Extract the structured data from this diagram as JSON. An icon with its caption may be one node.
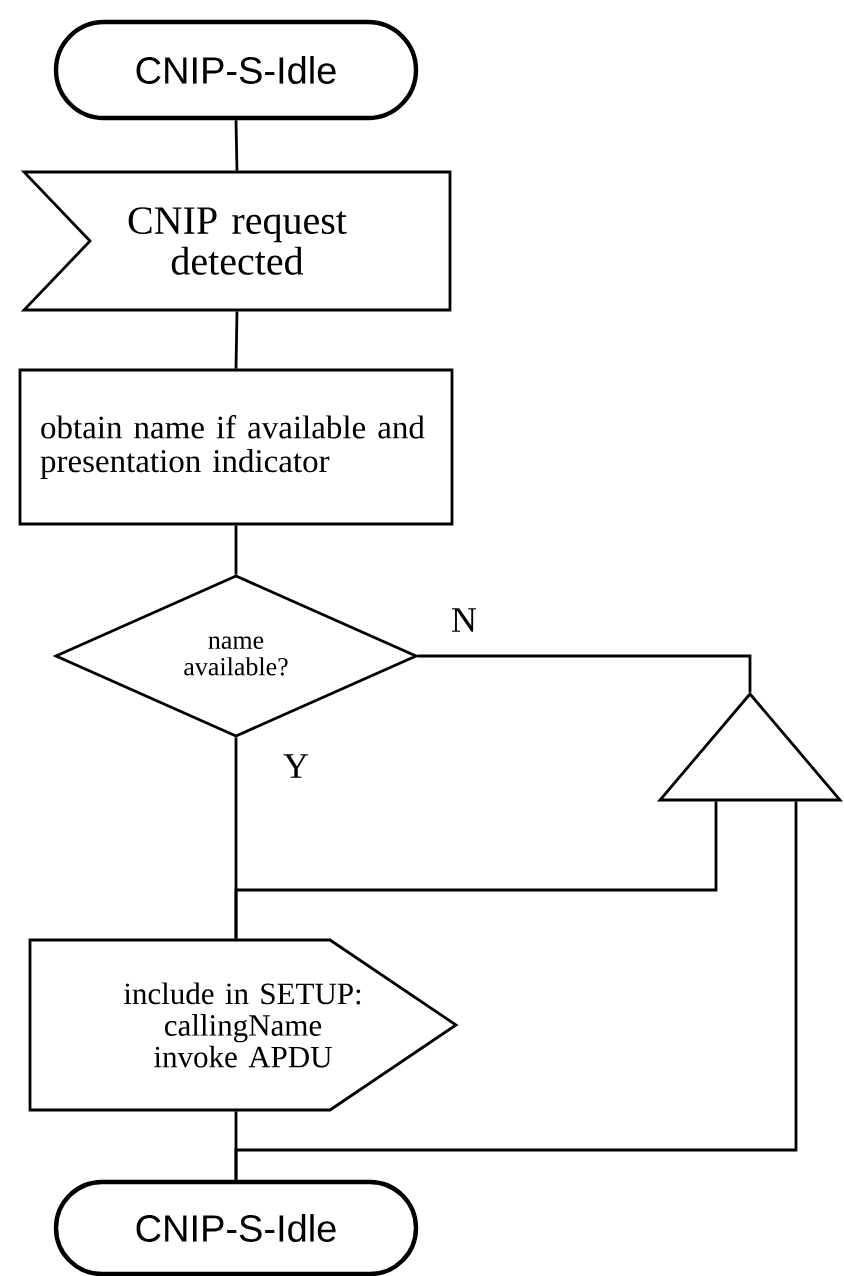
{
  "diagram": {
    "nodes": [
      {
        "text": [
          "CNIP-S-Idle"
        ]
      },
      {
        "text": [
          "CNIP request detected"
        ]
      },
      {
        "text": [
          "obtain name if available and presentation indicator"
        ]
      },
      {
        "text": [
          "name available?"
        ]
      },
      {
        "text": [],
        "shape": "triangle"
      },
      {
        "text": [
          "include in SETUP: callingName invoke APDU"
        ]
      },
      {
        "text": [
          "CNIP-S-Idle"
        ]
      }
    ],
    "edges": [
      {
        "from": 0,
        "to": 1,
        "arrow": "none"
      },
      {
        "from": 1,
        "to": 2,
        "arrow": "none"
      },
      {
        "from": 2,
        "to": 3,
        "arrow": "none"
      },
      {
        "from": 3,
        "to": 4,
        "arrow": "none",
        "label": "N"
      },
      {
        "from": 3,
        "to": 5,
        "arrow": "none",
        "label": "Y"
      },
      {
        "from": 4,
        "to": 5,
        "arrow": "none"
      },
      {
        "from": 4,
        "to": 6,
        "arrow": "none"
      },
      {
        "from": 5,
        "to": 6,
        "arrow": "none"
      }
    ]
  }
}
